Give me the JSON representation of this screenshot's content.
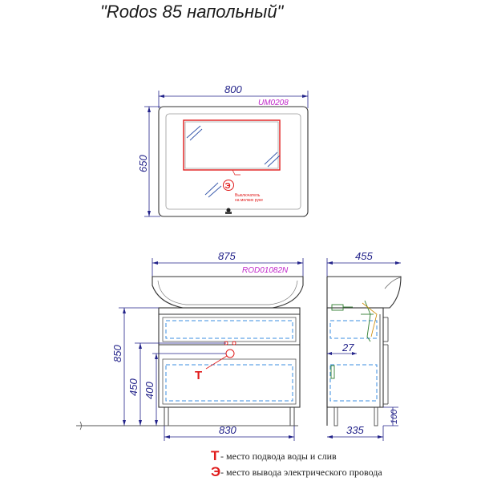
{
  "title": "\"Rodos 85 напольный\"",
  "mirror": {
    "width_label": "800",
    "height_label": "650",
    "model": "UM0208",
    "switch_note_line1": "Выключатель",
    "switch_note_line2": "на мелких руке",
    "switch_marker": "Э"
  },
  "cabinet_front": {
    "top_width_label": "875",
    "model": "ROD01082N",
    "height_total_label": "850",
    "height_450_label": "450",
    "height_400_label": "400",
    "bottom_width_label": "830",
    "water_marker": "Т"
  },
  "cabinet_side": {
    "depth_top_label": "455",
    "depth_bottom_label": "335",
    "gap_label": "27",
    "leg_label": "100"
  },
  "legend": {
    "water_symbol": "Т",
    "water_text": " - место подвода воды и слив",
    "electric_symbol": "Э",
    "electric_text": " - место вывода электрического провода"
  },
  "colors": {
    "dimension": "#23238a",
    "model_label": "#c026c9",
    "marker": "#e01b1b",
    "dashed_drawer": "#3a8ee0",
    "mirror_rect": "#e01b1b"
  }
}
